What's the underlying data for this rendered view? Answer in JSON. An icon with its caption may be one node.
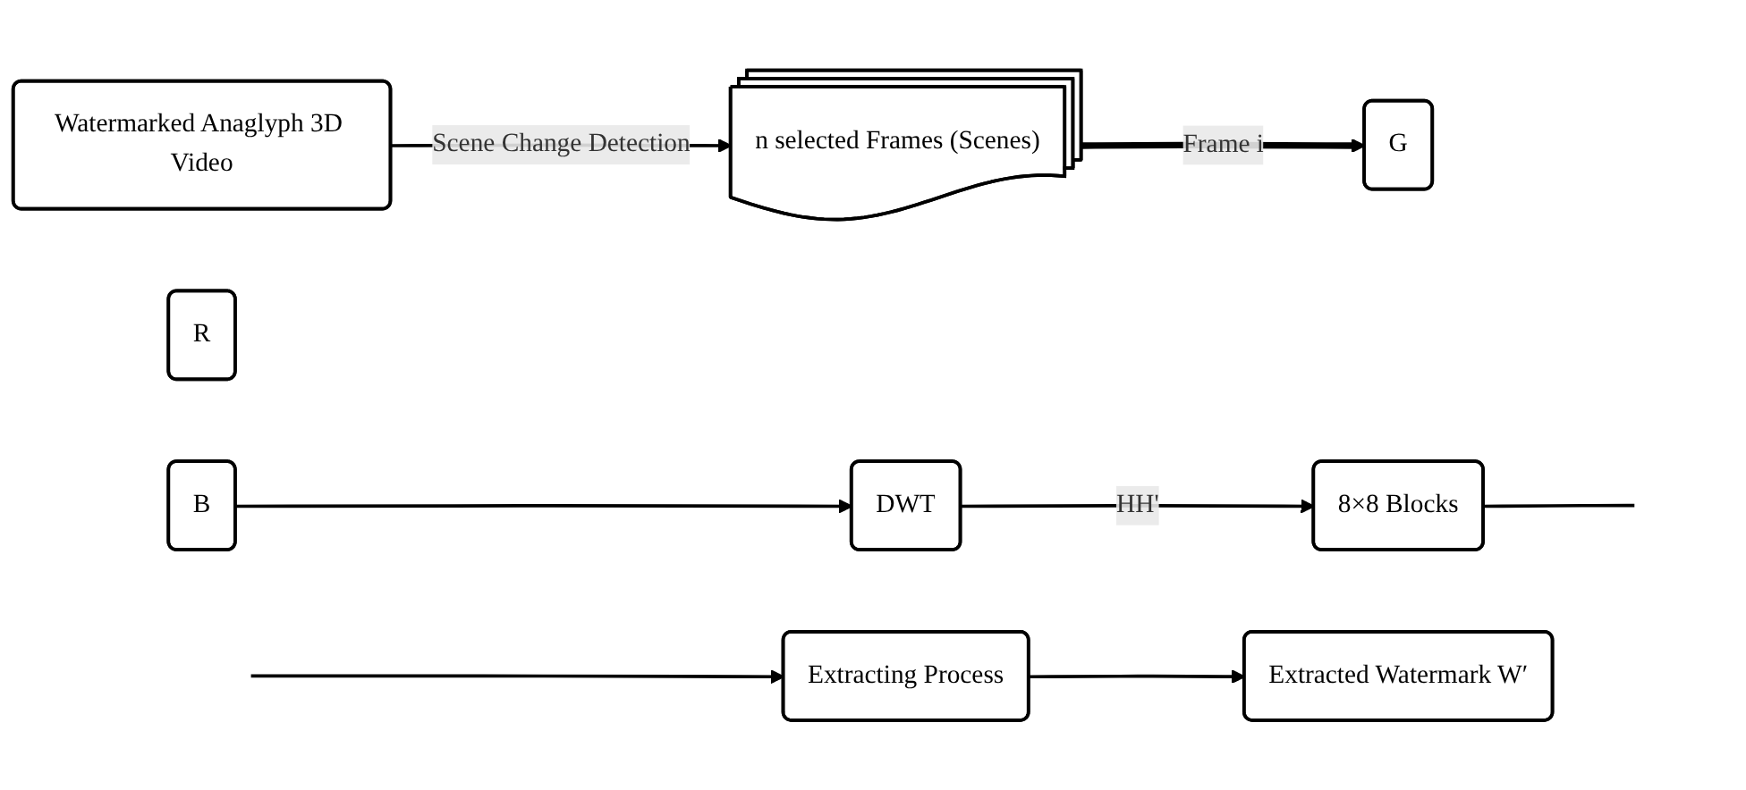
{
  "diagram": {
    "nodes": [
      {
        "text": [
          "Watermarked Anaglyph 3D Video"
        ]
      },
      {
        "text": [
          "n selected Frames (Scenes)"
        ]
      },
      {
        "text": [
          "R"
        ]
      },
      {
        "text": [
          "G"
        ]
      },
      {
        "text": [
          "B"
        ]
      },
      {
        "text": [
          "DWT"
        ]
      },
      {
        "text": [
          "8×8 Blocks"
        ]
      },
      {
        "text": [
          "Extracting Process"
        ]
      },
      {
        "text": [
          "Extracted Watermark W′"
        ]
      }
    ],
    "edges": [
      {
        "from": 0,
        "to": 1,
        "arrow": "to",
        "label": "Scene Change Detection"
      },
      {
        "from": 1,
        "to": 3,
        "arrow": "to",
        "label": "Frame i",
        "style": "thick"
      },
      {
        "from": 4,
        "to": 5,
        "arrow": "to"
      },
      {
        "from": 5,
        "to": 6,
        "arrow": "to",
        "label": "HH'"
      },
      {
        "from": 6,
        "to": null,
        "arrow": "none"
      },
      {
        "from": null,
        "to": 7,
        "arrow": "to"
      },
      {
        "from": 7,
        "to": 8,
        "arrow": "to"
      }
    ]
  }
}
